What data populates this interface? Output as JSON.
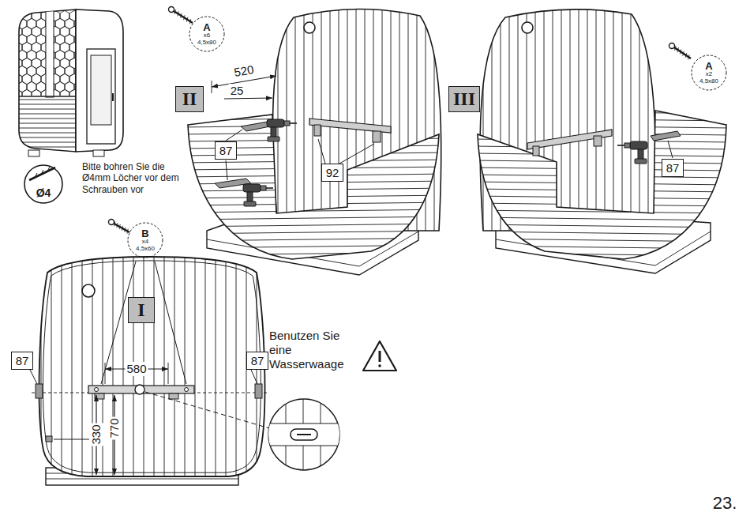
{
  "diagram": {
    "nodes": [
      {
        "text": [
          "A",
          "x6",
          "4,5x80"
        ]
      },
      {
        "text": [
          "II"
        ]
      },
      {
        "text": [
          "87"
        ]
      },
      {
        "text": [
          "92"
        ]
      },
      {
        "text": [
          "III"
        ]
      },
      {
        "text": [
          "A",
          "x2",
          "4,5x80"
        ]
      },
      {
        "text": [
          "87"
        ]
      },
      {
        "text": [
          "B",
          "x4",
          "4,5x60"
        ]
      },
      {
        "text": [
          "I"
        ]
      },
      {
        "text": [
          "87"
        ]
      },
      {
        "text": [
          "87"
        ]
      }
    ],
    "labels": [
      "520",
      "25",
      "Bitte bohren Sie die Ø4mm Löcher vor dem Schrauben vor",
      "Ø4",
      "580",
      "330",
      "770",
      "Benutzen Sie eine Wasserwaage",
      "23."
    ]
  }
}
